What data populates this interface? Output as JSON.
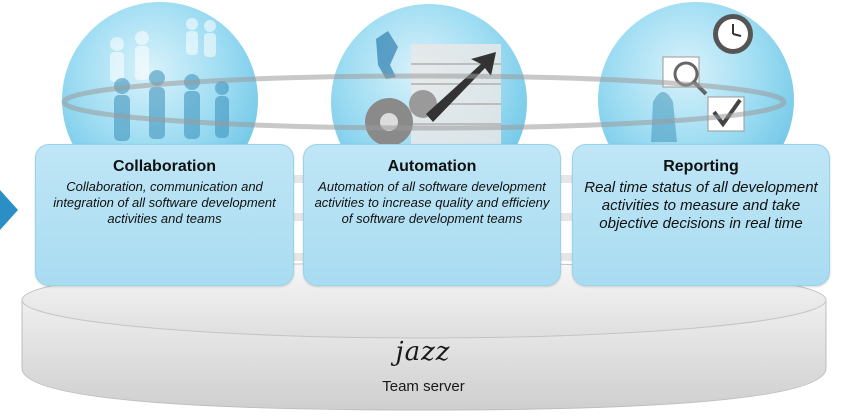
{
  "cards": [
    {
      "title": "Collaboration",
      "desc": "Collaboration, communication and integration of all software development activities and teams",
      "icon": "people-group-icon"
    },
    {
      "title": "Automation",
      "desc": "Automation of all software development activities to increase quality and efficieny of software development teams",
      "icon": "gears-arrow-icon"
    },
    {
      "title": "Reporting",
      "desc": "Real time status of all development activities to measure and take objective decisions in real time",
      "icon": "clock-report-icon"
    }
  ],
  "platform": {
    "logo": "jazz",
    "label": "Team server"
  },
  "colors": {
    "card_fill": "#b6e1f4",
    "sphere": "#6cc6e8",
    "platform": "#d9d9d9"
  }
}
